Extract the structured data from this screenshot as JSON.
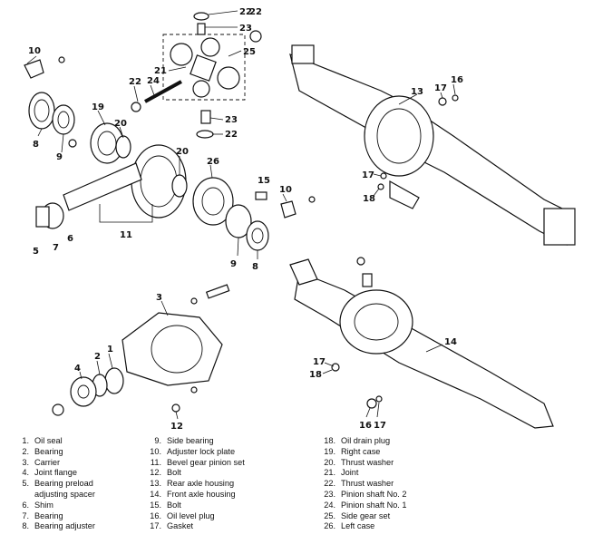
{
  "callouts": {
    "c1": "1",
    "c2": "2",
    "c3": "3",
    "c4": "4",
    "c5": "5",
    "c6": "6",
    "c7": "7",
    "c8a": "8",
    "c8b": "8",
    "c9a": "9",
    "c9b": "9",
    "c10a": "10",
    "c10b": "10",
    "c11": "11",
    "c12": "12",
    "c13": "13",
    "c14": "14",
    "c15": "15",
    "c16a": "16",
    "c16b": "16",
    "c17a": "17",
    "c17b": "17",
    "c17c": "17",
    "c18a": "18",
    "c18b": "18",
    "c19": "19",
    "c20a": "20",
    "c20b": "20",
    "c21": "21",
    "c22a": "22",
    "c22b": "22",
    "c22c": "22",
    "c22d": "22",
    "c23a": "23",
    "c23b": "23",
    "c24": "24",
    "c25": "25",
    "c26": "26"
  },
  "legend": {
    "col1": [
      {
        "num": "1.",
        "label": "Oil seal"
      },
      {
        "num": "2.",
        "label": "Bearing"
      },
      {
        "num": "3.",
        "label": "Carrier"
      },
      {
        "num": "4.",
        "label": "Joint flange"
      },
      {
        "num": "5.",
        "label": "Bearing preload"
      },
      {
        "num": "",
        "label": "adjusting spacer"
      },
      {
        "num": "6.",
        "label": "Shim"
      },
      {
        "num": "7.",
        "label": "Bearing"
      },
      {
        "num": "8.",
        "label": "Bearing adjuster"
      }
    ],
    "col2": [
      {
        "num": "9.",
        "label": "Side bearing"
      },
      {
        "num": "10.",
        "label": "Adjuster lock plate"
      },
      {
        "num": "11.",
        "label": "Bevel gear pinion set"
      },
      {
        "num": "12.",
        "label": "Bolt"
      },
      {
        "num": "13.",
        "label": "Rear axle housing"
      },
      {
        "num": "14.",
        "label": "Front axle housing"
      },
      {
        "num": "15.",
        "label": "Bolt"
      },
      {
        "num": "16.",
        "label": "Oil level plug"
      },
      {
        "num": "17.",
        "label": "Gasket"
      }
    ],
    "col3": [
      {
        "num": "18.",
        "label": "Oil drain plug"
      },
      {
        "num": "19.",
        "label": "Right case"
      },
      {
        "num": "20.",
        "label": "Thrust washer"
      },
      {
        "num": "21.",
        "label": "Joint"
      },
      {
        "num": "22.",
        "label": "Thrust washer"
      },
      {
        "num": "23.",
        "label": "Pinion shaft No. 2"
      },
      {
        "num": "24.",
        "label": "Pinion shaft No. 1"
      },
      {
        "num": "25.",
        "label": "Side gear set"
      },
      {
        "num": "26.",
        "label": "Left case"
      }
    ]
  }
}
